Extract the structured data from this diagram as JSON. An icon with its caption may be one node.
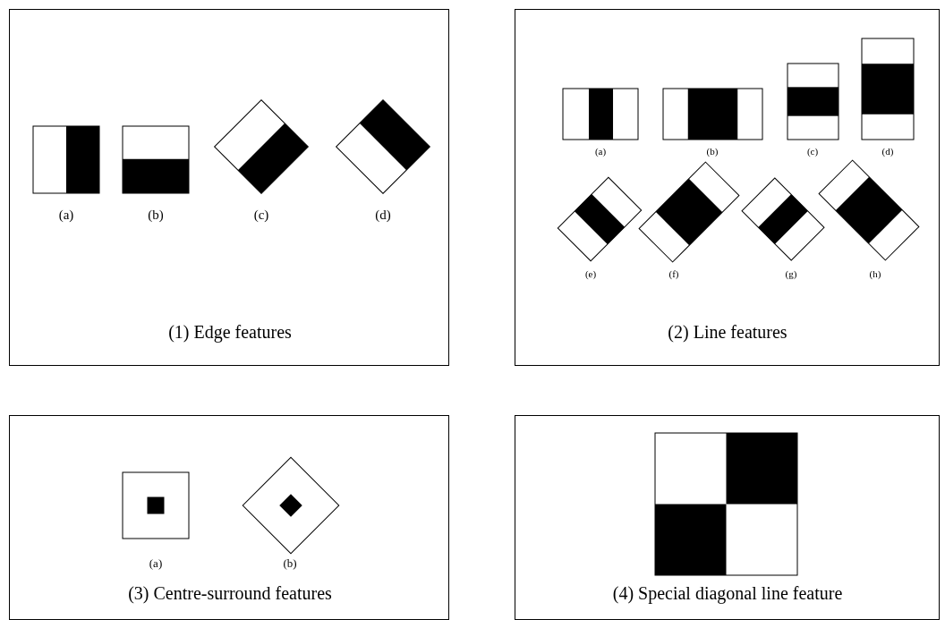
{
  "diagram": {
    "nodes": [
      {
        "text": [
          "(1) Edge features"
        ]
      },
      {
        "text": [
          "(2) Line features"
        ]
      },
      {
        "text": [
          "(3) Centre-surround features"
        ]
      },
      {
        "text": [
          "(4) Special diagonal line feature"
        ]
      }
    ],
    "labels": [
      "(a)",
      "(b)",
      "(c)",
      "(d)",
      "(a)",
      "(b)",
      "(c)",
      "(d)",
      "(e)",
      "(f)",
      "(g)",
      "(h)",
      "(a)",
      "(b)"
    ]
  }
}
